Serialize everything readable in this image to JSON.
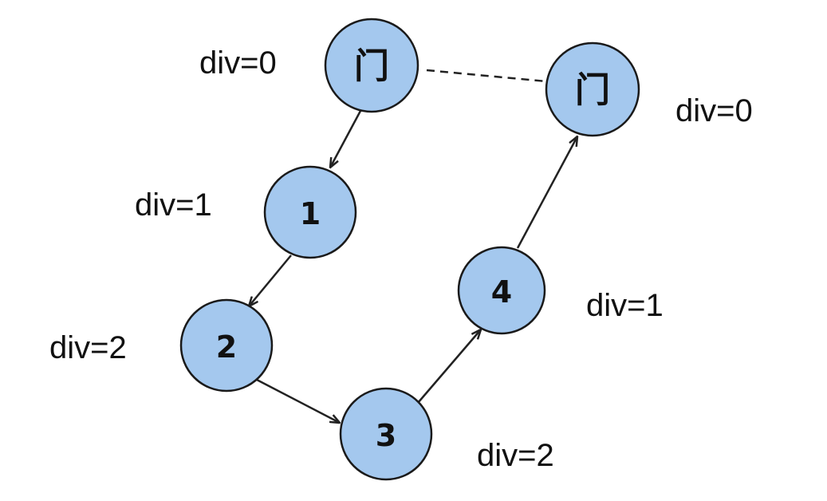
{
  "colors": {
    "node_fill": "#a4c8ee",
    "node_stroke": "#1a1a1a",
    "edge": "#222222"
  },
  "nodes": [
    {
      "id": "door-start",
      "label": "门",
      "div_label": "div=0"
    },
    {
      "id": "n1",
      "label": "1",
      "div_label": "div=1"
    },
    {
      "id": "n2",
      "label": "2",
      "div_label": "div=2"
    },
    {
      "id": "n3",
      "label": "3",
      "div_label": "div=2"
    },
    {
      "id": "n4",
      "label": "4",
      "div_label": "div=1"
    },
    {
      "id": "door-end",
      "label": "门",
      "div_label": "div=0"
    }
  ],
  "edges": [
    {
      "from": "door-start",
      "to": "n1",
      "style": "arrow"
    },
    {
      "from": "n1",
      "to": "n2",
      "style": "arrow"
    },
    {
      "from": "n2",
      "to": "n3",
      "style": "arrow"
    },
    {
      "from": "n3",
      "to": "n4",
      "style": "arrow"
    },
    {
      "from": "n4",
      "to": "door-end",
      "style": "arrow"
    },
    {
      "from": "door-start",
      "to": "door-end",
      "style": "dashed"
    }
  ]
}
